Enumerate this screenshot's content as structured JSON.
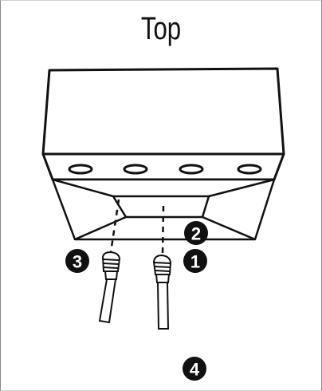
{
  "title": "Top",
  "callouts": {
    "c1": "1",
    "c2": "2",
    "c3": "3",
    "c4": "4"
  },
  "colors": {
    "ink": "#111111",
    "paper": "#ffffff",
    "border": "#8a8a8a"
  }
}
